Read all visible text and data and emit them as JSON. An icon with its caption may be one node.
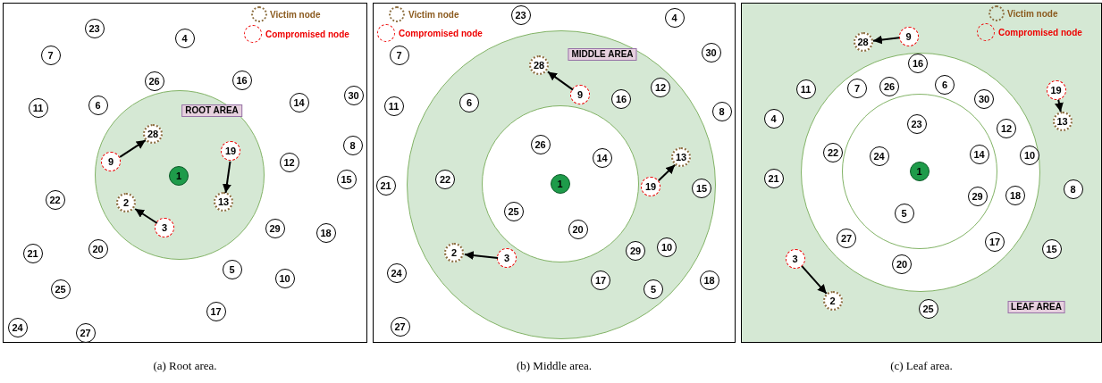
{
  "diagram": {
    "nodes": [
      {
        "text": [],
        "shape": "box"
      },
      {
        "text": [
          "ROOT AREA"
        ],
        "in": 0
      },
      {
        "text": [
          "23"
        ],
        "in": 0
      },
      {
        "text": [
          "4"
        ],
        "in": 0
      },
      {
        "text": [
          "7"
        ],
        "in": 0
      },
      {
        "text": [
          "26"
        ],
        "in": 0
      },
      {
        "text": [
          "16"
        ],
        "in": 0
      },
      {
        "text": [
          "11"
        ],
        "in": 0
      },
      {
        "text": [
          "6"
        ],
        "in": 0
      },
      {
        "text": [
          "14"
        ],
        "in": 0
      },
      {
        "text": [
          "30"
        ],
        "in": 0
      },
      {
        "text": [
          "28"
        ],
        "in": 1
      },
      {
        "text": [
          "9"
        ],
        "in": 1
      },
      {
        "text": [
          "19"
        ],
        "in": 1
      },
      {
        "text": [
          "1"
        ],
        "in": 1
      },
      {
        "text": [
          "12"
        ],
        "in": 0
      },
      {
        "text": [
          "8"
        ],
        "in": 0
      },
      {
        "text": [
          "15"
        ],
        "in": 0
      },
      {
        "text": [
          "22"
        ],
        "in": 0
      },
      {
        "text": [
          "2"
        ],
        "in": 1
      },
      {
        "text": [
          "13"
        ],
        "in": 1
      },
      {
        "text": [
          "3"
        ],
        "in": 1
      },
      {
        "text": [
          "21"
        ],
        "in": 0
      },
      {
        "text": [
          "20"
        ],
        "in": 0
      },
      {
        "text": [
          "29"
        ],
        "in": 0
      },
      {
        "text": [
          "18"
        ],
        "in": 0
      },
      {
        "text": [
          "25"
        ],
        "in": 0
      },
      {
        "text": [
          "5"
        ],
        "in": 0
      },
      {
        "text": [
          "10"
        ],
        "in": 0
      },
      {
        "text": [
          "17"
        ],
        "in": 0
      },
      {
        "text": [
          "24"
        ],
        "in": 0
      },
      {
        "text": [
          "27"
        ],
        "in": 0
      },
      {
        "text": [],
        "shape": "box"
      },
      {
        "text": [
          "MIDDLE AREA"
        ],
        "in": 32
      },
      {
        "text": [],
        "shape": "circle",
        "in": 33
      },
      {
        "text": [
          "23"
        ],
        "in": 32
      },
      {
        "text": [
          "4"
        ],
        "in": 32
      },
      {
        "text": [
          "7"
        ],
        "in": 32
      },
      {
        "text": [
          "30"
        ],
        "in": 32
      },
      {
        "text": [
          "28"
        ],
        "in": 33
      },
      {
        "text": [
          "9"
        ],
        "in": 33
      },
      {
        "text": [
          "16"
        ],
        "in": 33
      },
      {
        "text": [
          "12"
        ],
        "in": 33
      },
      {
        "text": [
          "11"
        ],
        "in": 32
      },
      {
        "text": [
          "6"
        ],
        "in": 33
      },
      {
        "text": [
          "8"
        ],
        "in": 32
      },
      {
        "text": [
          "26"
        ],
        "in": 34
      },
      {
        "text": [
          "14"
        ],
        "in": 34
      },
      {
        "text": [
          "13"
        ],
        "in": 33
      },
      {
        "text": [
          "1"
        ],
        "in": 34
      },
      {
        "text": [
          "19"
        ],
        "in": 33
      },
      {
        "text": [
          "15"
        ],
        "in": 33
      },
      {
        "text": [
          "21"
        ],
        "in": 32
      },
      {
        "text": [
          "22"
        ],
        "in": 33
      },
      {
        "text": [
          "25"
        ],
        "in": 34
      },
      {
        "text": [
          "20"
        ],
        "in": 34
      },
      {
        "text": [
          "29"
        ],
        "in": 33
      },
      {
        "text": [
          "10"
        ],
        "in": 33
      },
      {
        "text": [
          "2"
        ],
        "in": 33
      },
      {
        "text": [
          "3"
        ],
        "in": 33
      },
      {
        "text": [
          "24"
        ],
        "in": 32
      },
      {
        "text": [
          "17"
        ],
        "in": 33
      },
      {
        "text": [
          "5"
        ],
        "in": 33
      },
      {
        "text": [
          "18"
        ],
        "in": 32
      },
      {
        "text": [
          "27"
        ],
        "in": 32
      },
      {
        "text": [
          "LEAF AREA"
        ]
      },
      {
        "text": [],
        "shape": "circle",
        "in": 65
      },
      {
        "text": [],
        "shape": "circle",
        "in": 66
      },
      {
        "text": [
          "28"
        ],
        "in": 65
      },
      {
        "text": [
          "9"
        ],
        "in": 65
      },
      {
        "text": [
          "16"
        ],
        "in": 66
      },
      {
        "text": [
          "11"
        ],
        "in": 65
      },
      {
        "text": [
          "7"
        ],
        "in": 66
      },
      {
        "text": [
          "26"
        ],
        "in": 66
      },
      {
        "text": [
          "6"
        ],
        "in": 66
      },
      {
        "text": [
          "19"
        ],
        "in": 65
      },
      {
        "text": [
          "30"
        ],
        "in": 66
      },
      {
        "text": [
          "4"
        ],
        "in": 65
      },
      {
        "text": [
          "13"
        ],
        "in": 65
      },
      {
        "text": [
          "23"
        ],
        "in": 67
      },
      {
        "text": [
          "12"
        ],
        "in": 66
      },
      {
        "text": [
          "22"
        ],
        "in": 66
      },
      {
        "text": [
          "24"
        ],
        "in": 67
      },
      {
        "text": [
          "1"
        ],
        "in": 67
      },
      {
        "text": [
          "14"
        ],
        "in": 67
      },
      {
        "text": [
          "10"
        ],
        "in": 66
      },
      {
        "text": [
          "21"
        ],
        "in": 65
      },
      {
        "text": [
          "8"
        ],
        "in": 65
      },
      {
        "text": [
          "29"
        ],
        "in": 67
      },
      {
        "text": [
          "18"
        ],
        "in": 66
      },
      {
        "text": [
          "5"
        ],
        "in": 67
      },
      {
        "text": [
          "27"
        ],
        "in": 66
      },
      {
        "text": [
          "17"
        ],
        "in": 66
      },
      {
        "text": [
          "20"
        ],
        "in": 66
      },
      {
        "text": [
          "15"
        ],
        "in": 65
      },
      {
        "text": [
          "3"
        ],
        "in": 65
      },
      {
        "text": [
          "2"
        ],
        "in": 65
      },
      {
        "text": [
          "25"
        ],
        "in": 65
      }
    ],
    "edges": [
      {
        "from": 12,
        "to": 11,
        "arrow": "to"
      },
      {
        "from": 13,
        "to": 20,
        "arrow": "to"
      },
      {
        "from": 21,
        "to": 19,
        "arrow": "to"
      },
      {
        "from": 40,
        "to": 39,
        "arrow": "to"
      },
      {
        "from": 50,
        "to": 48,
        "arrow": "to"
      },
      {
        "from": 59,
        "to": 58,
        "arrow": "to"
      },
      {
        "from": 69,
        "to": 68,
        "arrow": "to"
      },
      {
        "from": 75,
        "to": 78,
        "arrow": "to"
      },
      {
        "from": 95,
        "to": 96,
        "arrow": "to"
      }
    ],
    "labels": [
      "(a) Root area.",
      "(b) Middle area.",
      "(c) Leaf area."
    ],
    "legend": [
      {
        "text": "Victim node"
      },
      {
        "text": "Compromised node"
      },
      {
        "text": "Victim node"
      },
      {
        "text": "Compromised node"
      },
      {
        "text": "Victim node"
      },
      {
        "text": "Compromised node"
      }
    ]
  }
}
